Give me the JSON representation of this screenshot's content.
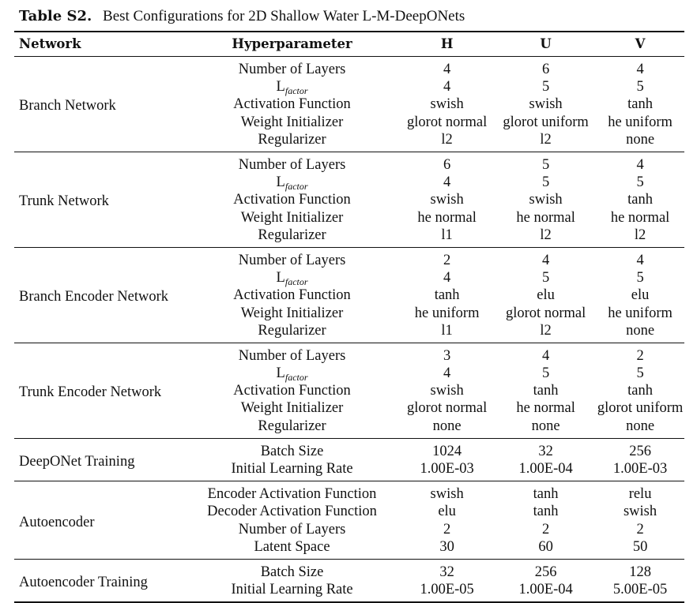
{
  "caption": {
    "label": "Table S2.",
    "text": "Best Configurations for 2D Shallow Water L-M-DeepONets"
  },
  "columns": [
    "Network",
    "Hyperparameter",
    "H",
    "U",
    "V"
  ],
  "groups": [
    {
      "network": "Branch Network",
      "rows": [
        {
          "param": "Number of Layers",
          "H": "4",
          "U": "6",
          "V": "4"
        },
        {
          "param": "L",
          "sub": "factor",
          "H": "4",
          "U": "5",
          "V": "5"
        },
        {
          "param": "Activation Function",
          "H": "swish",
          "U": "swish",
          "V": "tanh"
        },
        {
          "param": "Weight Initializer",
          "H": "glorot normal",
          "U": "glorot uniform",
          "V": "he uniform"
        },
        {
          "param": "Regularizer",
          "H": "l2",
          "U": "l2",
          "V": "none"
        }
      ]
    },
    {
      "network": "Trunk Network",
      "rows": [
        {
          "param": "Number of Layers",
          "H": "6",
          "U": "5",
          "V": "4"
        },
        {
          "param": "L",
          "sub": "factor",
          "H": "4",
          "U": "5",
          "V": "5"
        },
        {
          "param": "Activation Function",
          "H": "swish",
          "U": "swish",
          "V": "tanh"
        },
        {
          "param": "Weight Initializer",
          "H": "he normal",
          "U": "he normal",
          "V": "he normal"
        },
        {
          "param": "Regularizer",
          "H": "l1",
          "U": "l2",
          "V": "l2"
        }
      ]
    },
    {
      "network": "Branch Encoder Network",
      "rows": [
        {
          "param": "Number of Layers",
          "H": "2",
          "U": "4",
          "V": "4"
        },
        {
          "param": "L",
          "sub": "factor",
          "H": "4",
          "U": "5",
          "V": "5"
        },
        {
          "param": "Activation Function",
          "H": "tanh",
          "U": "elu",
          "V": "elu"
        },
        {
          "param": "Weight Initializer",
          "H": "he uniform",
          "U": "glorot normal",
          "V": "he uniform"
        },
        {
          "param": "Regularizer",
          "H": "l1",
          "U": "l2",
          "V": "none"
        }
      ]
    },
    {
      "network": "Trunk Encoder Network",
      "rows": [
        {
          "param": "Number of Layers",
          "H": "3",
          "U": "4",
          "V": "2"
        },
        {
          "param": "L",
          "sub": "factor",
          "H": "4",
          "U": "5",
          "V": "5"
        },
        {
          "param": "Activation Function",
          "H": "swish",
          "U": "tanh",
          "V": "tanh"
        },
        {
          "param": "Weight Initializer",
          "H": "glorot normal",
          "U": "he normal",
          "V": "glorot uniform"
        },
        {
          "param": "Regularizer",
          "H": "none",
          "U": "none",
          "V": "none"
        }
      ]
    },
    {
      "network": "DeepONet Training",
      "rows": [
        {
          "param": "Batch Size",
          "H": "1024",
          "U": "32",
          "V": "256"
        },
        {
          "param": "Initial Learning Rate",
          "H": "1.00E-03",
          "U": "1.00E-04",
          "V": "1.00E-03"
        }
      ]
    },
    {
      "network": "Autoencoder",
      "rows": [
        {
          "param": "Encoder Activation Function",
          "H": "swish",
          "U": "tanh",
          "V": "relu"
        },
        {
          "param": "Decoder Activation Function",
          "H": "elu",
          "U": "tanh",
          "V": "swish"
        },
        {
          "param": "Number of Layers",
          "H": "2",
          "U": "2",
          "V": "2"
        },
        {
          "param": "Latent Space",
          "H": "30",
          "U": "60",
          "V": "50"
        }
      ]
    },
    {
      "network": "Autoencoder Training",
      "rows": [
        {
          "param": "Batch Size",
          "H": "32",
          "U": "256",
          "V": "128"
        },
        {
          "param": "Initial Learning Rate",
          "H": "1.00E-05",
          "U": "1.00E-04",
          "V": "5.00E-05"
        }
      ]
    }
  ]
}
